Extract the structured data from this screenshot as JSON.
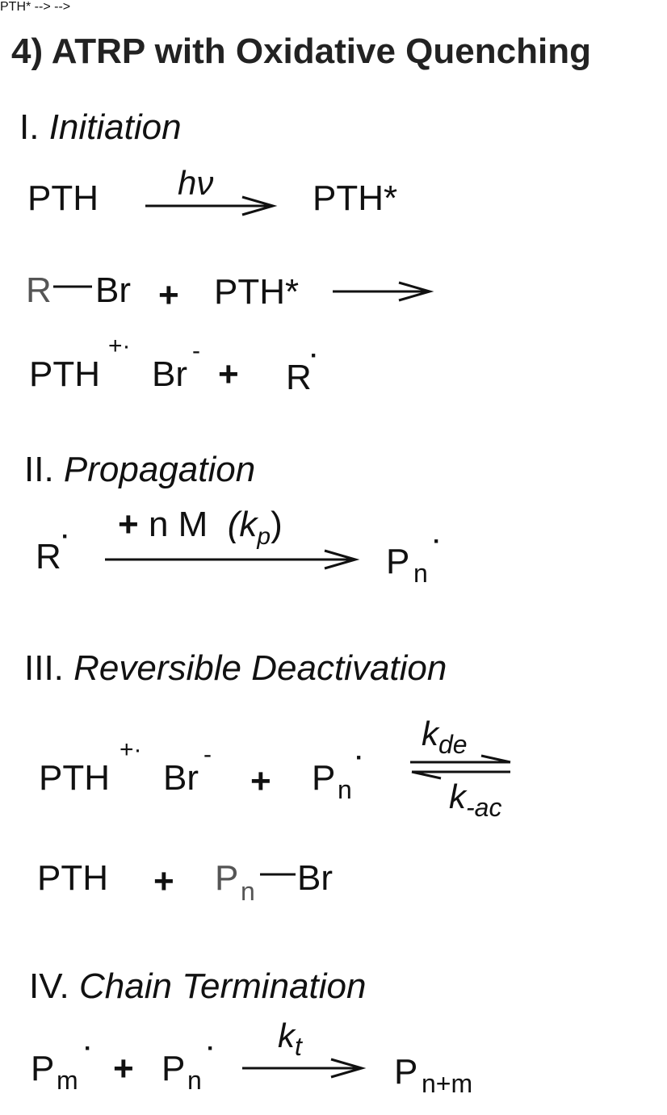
{
  "title": "4) ATRP with Oxidative Quenching",
  "sections": {
    "initiation": {
      "numeral": "I.",
      "name": "Initiation",
      "r1": {
        "reactant": "PTH",
        "arrow_label": "hν",
        "product": "PTH*"
      },
      "r2": {
        "r_part": "R",
        "br_part": "Br",
        "plus": "+",
        "reactant2": "PTH*"
      },
      "r3": {
        "pth": "PTH",
        "pth_charge": "+·",
        "br": "Br",
        "br_charge": "-",
        "plus": "+",
        "r": "R",
        "r_dot": "·"
      }
    },
    "propagation": {
      "numeral": "II.",
      "name": "Propagation",
      "reactant": "R",
      "reactant_dot": "·",
      "label_plus": "+",
      "label_nm": "n M",
      "label_k": "(k",
      "label_k_sub": "p",
      "label_close": ")",
      "product": "P",
      "product_sub": "n",
      "product_dot": "·"
    },
    "deactivation": {
      "numeral": "III.",
      "name": "Reversible Deactivation",
      "left": {
        "pth": "PTH",
        "pth_charge": "+·",
        "br": "Br",
        "br_charge": "-",
        "plus": "+",
        "p": "P",
        "p_sub": "n",
        "p_dot": "·"
      },
      "k_fwd": "k",
      "k_fwd_sub": "de",
      "k_rev": "k",
      "k_rev_sub": "-ac",
      "right": {
        "pth": "PTH",
        "plus": "+",
        "p": "P",
        "p_sub": "n",
        "br": "Br"
      }
    },
    "termination": {
      "numeral": "IV.",
      "name": "Chain Termination",
      "p1": "P",
      "p1_sub": "m",
      "p1_dot": "·",
      "plus": "+",
      "p2": "P",
      "p2_sub": "n",
      "p2_dot": "·",
      "k": "k",
      "k_sub": "t",
      "product": "P",
      "product_sub": "n+m"
    }
  }
}
